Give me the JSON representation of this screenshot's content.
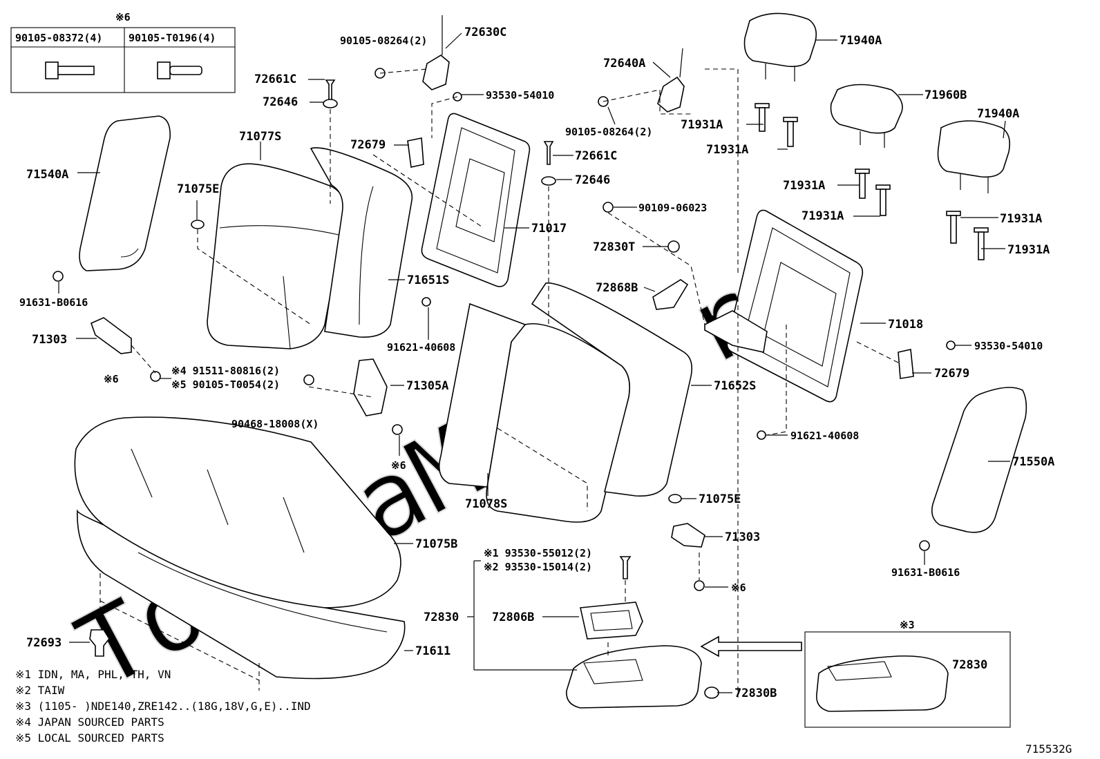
{
  "watermark": "ToyotaMine.ru",
  "diagram_id": "715532G",
  "fastener_box": {
    "header_mark": "※6",
    "col1": "90105-08372(4)",
    "col2": "90105-T0196(4)"
  },
  "labels": {
    "p72630C": "72630C",
    "p90105_08264_top": "90105-08264(2)",
    "p72661C_top": "72661C",
    "p72646_top": "72646",
    "p93530_54010_top": "93530-54010",
    "p71077S": "71077S",
    "p72679_top": "72679",
    "p71540A": "71540A",
    "p71075E_left": "71075E",
    "p71017": "71017",
    "p71651S": "71651S",
    "p91631_B0616_left": "91631-B0616",
    "p71303_left": "71303",
    "note6_left": "※6",
    "p91511_80816": "※4 91511-80816(2)",
    "p90105_T0054": "※5 90105-T0054(2)",
    "p71305A": "71305A",
    "p91621_40608_mid": "91621-40608",
    "p90468_18008": "90468-18008(X)",
    "note6_mid": "※6",
    "p72661C_mid": "72661C",
    "p72646_mid": "72646",
    "p90109_06023": "90109-06023",
    "p72830T": "72830T",
    "p72868B": "72868B",
    "p72640A": "72640A",
    "p90105_08264_right": "90105-08264(2)",
    "p71940A_top": "71940A",
    "p71960B": "71960B",
    "p71940A_right": "71940A",
    "p71931A_1": "71931A",
    "p71931A_2": "71931A",
    "p71931A_3": "71931A",
    "p71931A_4": "71931A",
    "p71931A_5": "71931A",
    "p71931A_6": "71931A",
    "p71018": "71018",
    "p93530_54010_right": "93530-54010",
    "p72679_right": "72679",
    "p71652S": "71652S",
    "p91621_40608_right": "91621-40608",
    "p71550A": "71550A",
    "p71078S": "71078S",
    "p71075E_right": "71075E",
    "p71303_right": "71303",
    "p91631_B0616_right": "91631-B0616",
    "note6_right": "※6",
    "p71075B": "71075B",
    "p72693": "72693",
    "p71611": "71611",
    "p93530_55012": "※1 93530-55012(2)",
    "p93530_15014": "※2 93530-15014(2)",
    "p72830": "72830",
    "p72806B": "72806B",
    "p72830B": "72830B",
    "inset_mark": "※3",
    "inset_72830": "72830"
  },
  "notes": [
    "※1 IDN, MA, PHL, TH, VN",
    "※2 TAIW",
    "※3 (1105-      )NDE140,ZRE142..(18G,18V,G,E)..IND",
    "※4 JAPAN SOURCED PARTS",
    "※5 LOCAL SOURCED PARTS"
  ]
}
